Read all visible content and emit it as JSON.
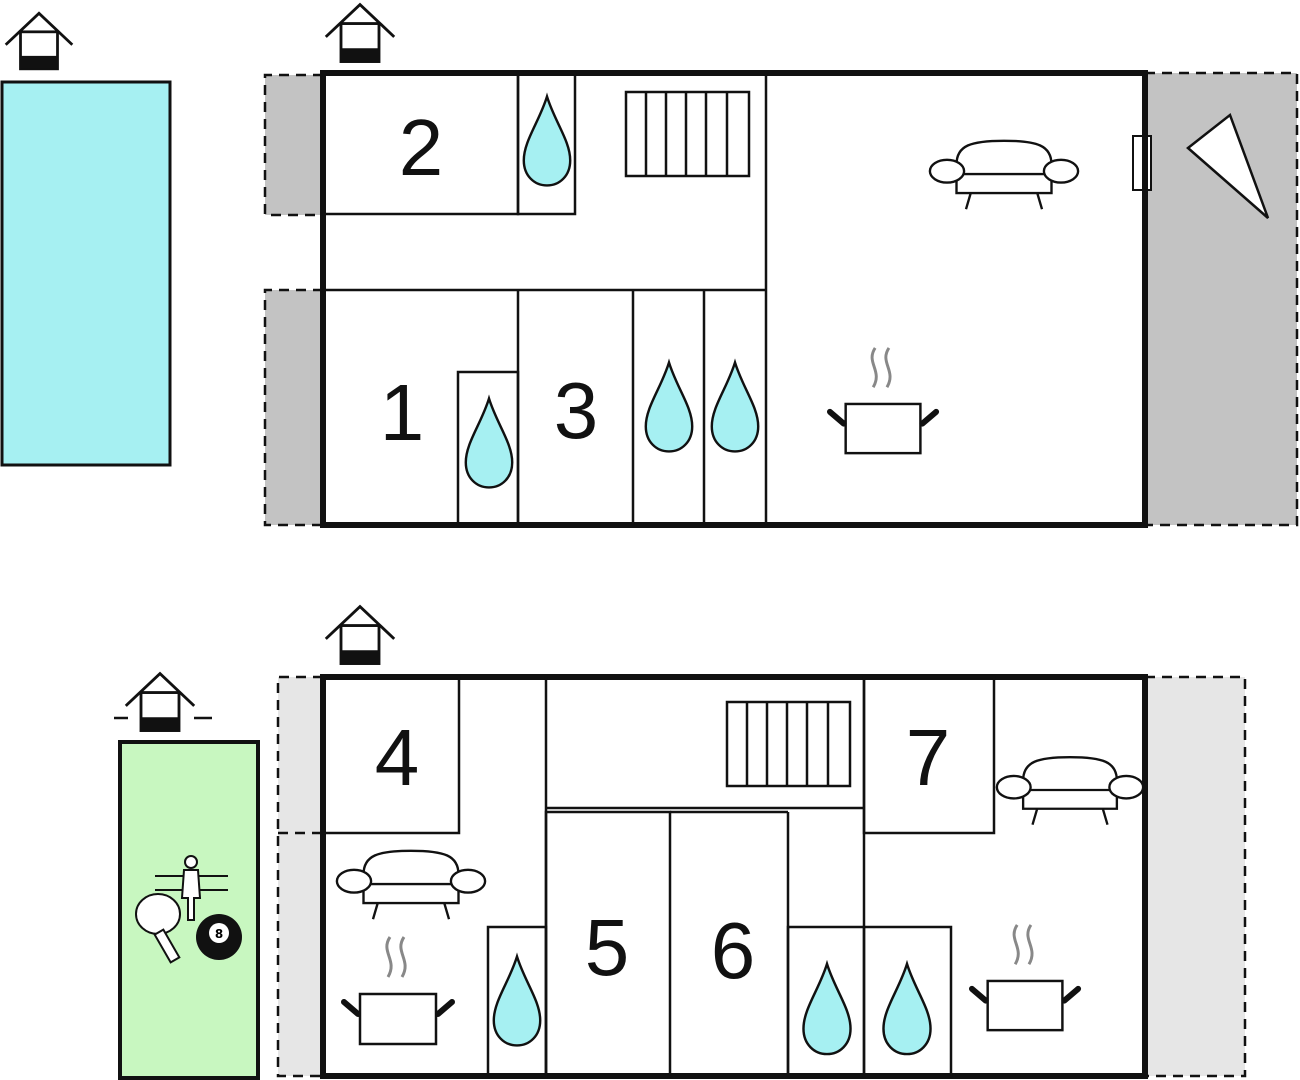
{
  "colors": {
    "pool": "#a6f0f2",
    "games_room": "#c8f7c0",
    "terrace": "#c3c3c3",
    "terrace_light": "#e6e6e6",
    "wall": "#111111"
  },
  "icons": [
    "house-entrance-icon",
    "water-drop-icon",
    "stairs-icon",
    "sofa-icon",
    "cooking-pot-icon",
    "fireplace-icon",
    "foosball-icon",
    "ping-pong-icon",
    "billiard-ball-icon"
  ],
  "upper_floor": {
    "rooms": [
      {
        "id": "room-2",
        "label": "2"
      },
      {
        "id": "room-1",
        "label": "1"
      },
      {
        "id": "room-3",
        "label": "3"
      }
    ]
  },
  "lower_floor": {
    "rooms": [
      {
        "id": "room-4",
        "label": "4"
      },
      {
        "id": "room-5",
        "label": "5"
      },
      {
        "id": "room-6",
        "label": "6"
      },
      {
        "id": "room-7",
        "label": "7"
      }
    ]
  },
  "games": {
    "billiard_ball_number": "8"
  }
}
